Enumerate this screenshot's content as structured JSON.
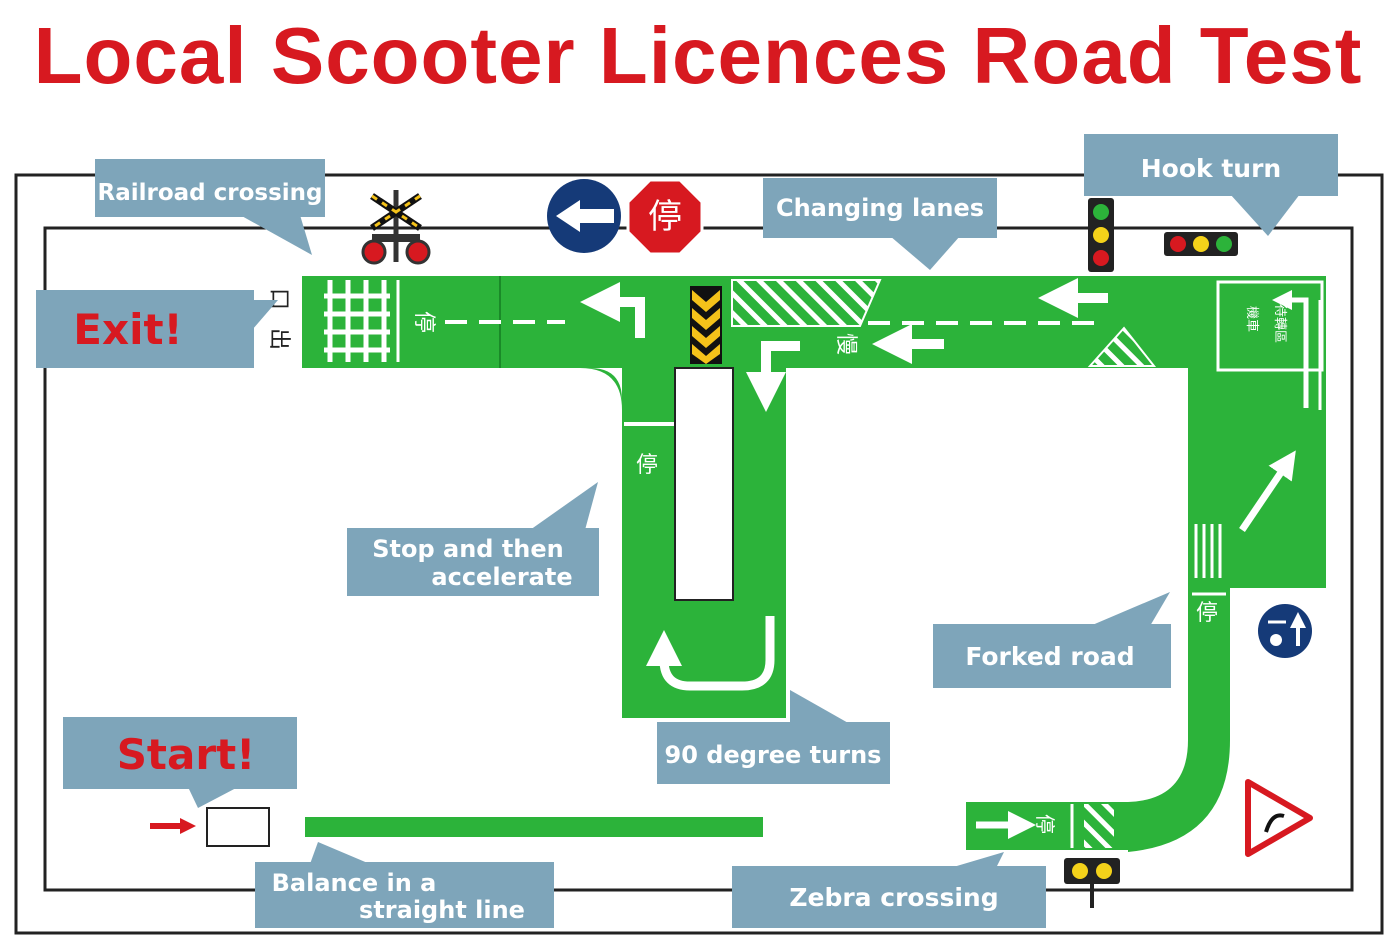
{
  "title": "Local Scooter Licences Road Test",
  "colors": {
    "title_red": "#d71920",
    "road_green": "#2cb33a",
    "callout_blue": "#7ea5ba",
    "border": "#222222"
  },
  "labels": {
    "railroad_crossing": "Railroad crossing",
    "changing_lanes": "Changing lanes",
    "hook_turn": "Hook turn",
    "exit": "Exit!",
    "stop_line1": "Stop and then",
    "stop_line2": "accelerate",
    "forked_road": "Forked road",
    "degree_turns": "90 degree turns",
    "start": "Start!",
    "balance_line1": "Balance in a",
    "balance_line2": "straight line",
    "zebra_crossing": "Zebra crossing"
  },
  "signs": {
    "stop_sign_char": "停",
    "road_stop_char": "停",
    "road_slow_char": "慢",
    "exit_char_1": "出",
    "exit_char_2": "口",
    "waiting_zone_1": "機車",
    "waiting_zone_2": "待轉區"
  },
  "icons": [
    "railroad-crossing-sign-icon",
    "keep-left-sign-icon",
    "stop-sign-icon",
    "traffic-light-icon",
    "warning-triangle-icon",
    "hook-turn-sign-icon"
  ]
}
